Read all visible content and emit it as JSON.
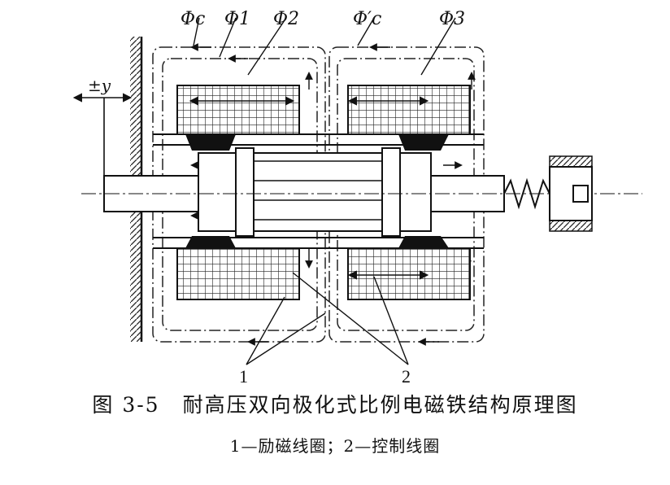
{
  "labels": {
    "phi_c": "Φc",
    "phi_1": "Φ1",
    "phi_2": "Φ2",
    "phi_c_prime": "Φ′c",
    "phi_3": "Φ3",
    "displacement": "±y",
    "callout_1": "1",
    "callout_2": "2"
  },
  "caption": {
    "figure_number": "图 3-5",
    "title": "耐高压双向极化式比例电磁铁结构原理图",
    "legend": "1—励磁线圈；2—控制线圈"
  }
}
